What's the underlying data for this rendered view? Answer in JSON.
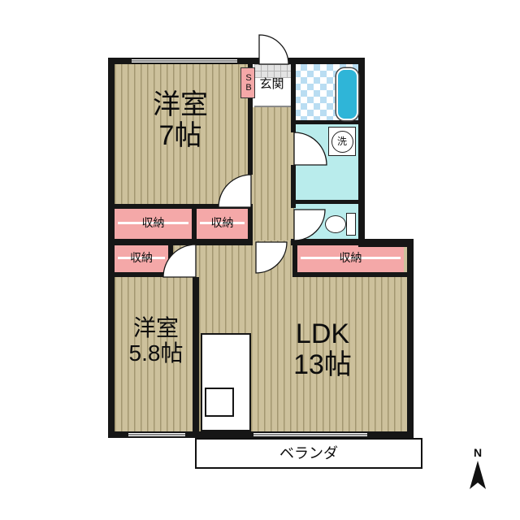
{
  "floorplan": {
    "rooms": {
      "bedroom7": {
        "name": "洋室",
        "size": "7帖"
      },
      "bedroom58": {
        "name": "洋室",
        "size": "5.8帖"
      },
      "ldk": {
        "name": "LDK",
        "size": "13帖"
      }
    },
    "entrance": {
      "label": "玄関",
      "shoebox": "SB"
    },
    "storages": [
      "収納",
      "収納",
      "収納",
      "収納"
    ],
    "laundry": {
      "symbol": "洗"
    },
    "veranda": {
      "label": "ベランダ"
    },
    "compass": {
      "label": "N"
    },
    "colors": {
      "flooring": "#cdc19c",
      "flooring_stripe": "#a39770",
      "storage": "#f4a8a8",
      "wet_area": "#b9ecec",
      "bath_tile": "#b9ddf2",
      "bathtub": "#2fb5d8",
      "wall": "#161616"
    }
  }
}
